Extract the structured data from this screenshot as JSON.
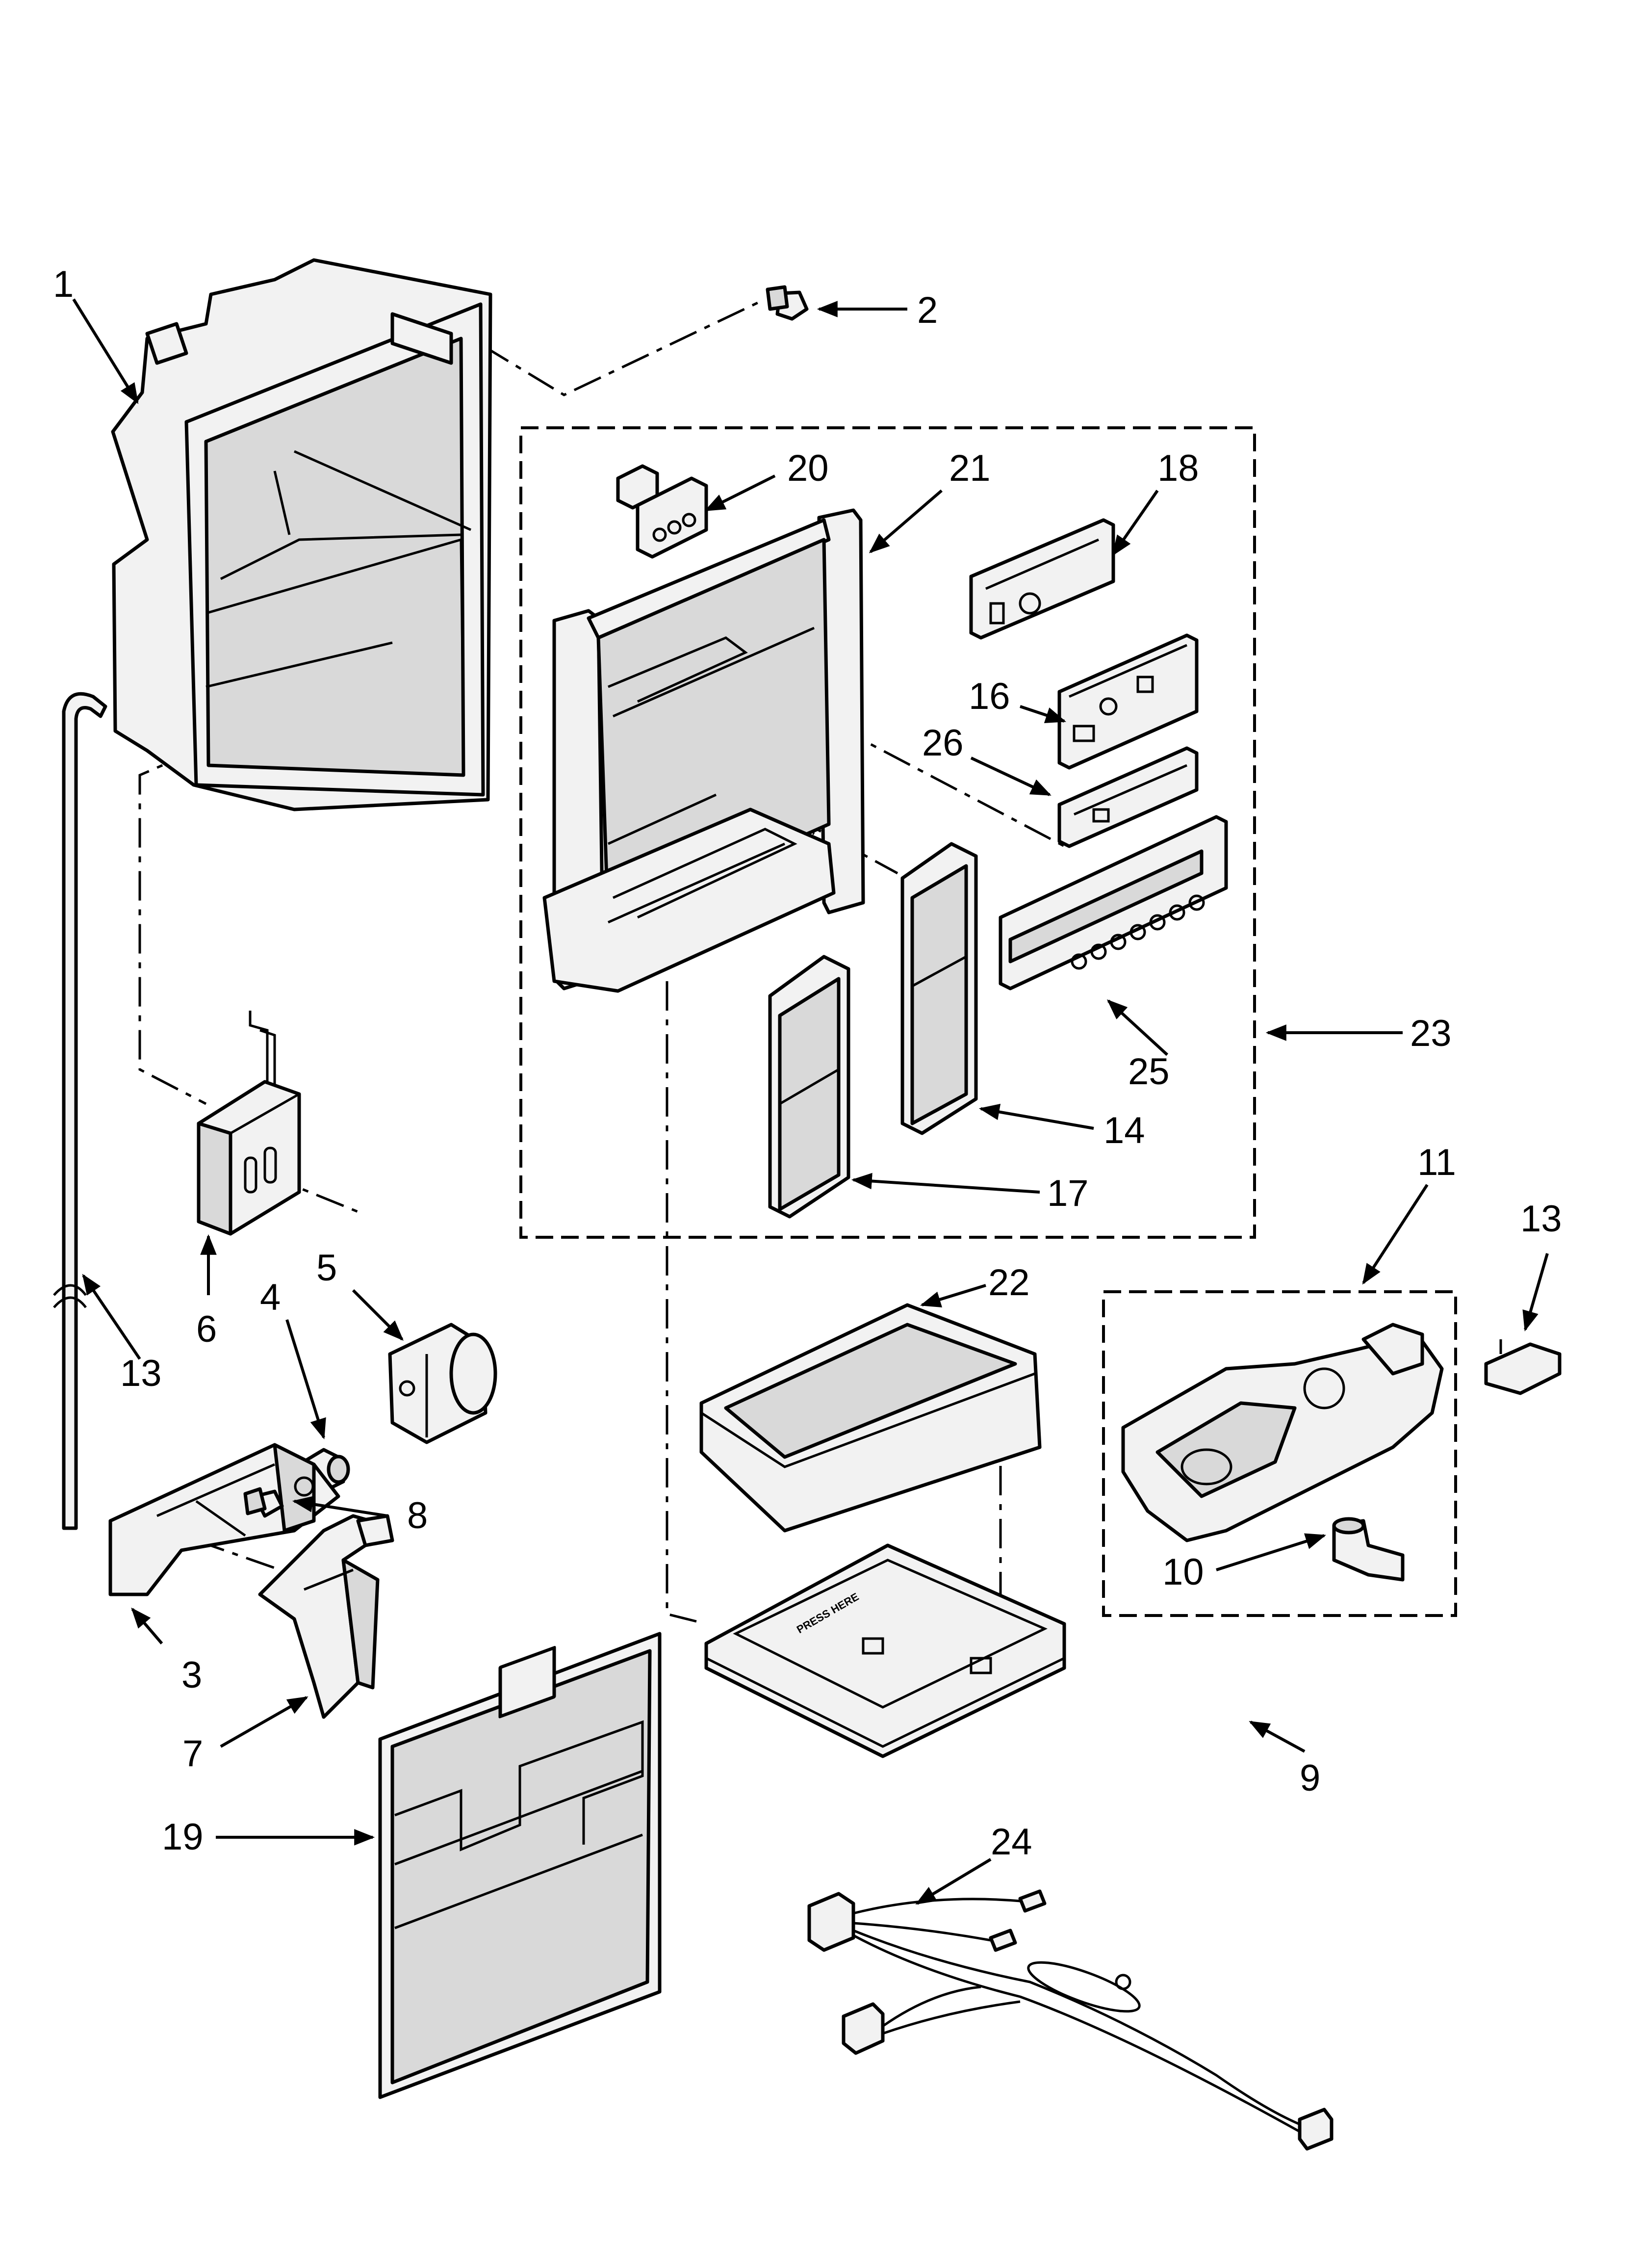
{
  "diagram": {
    "callouts": {
      "c1": "1",
      "c2": "2",
      "c3": "3",
      "c4": "4",
      "c5": "5",
      "c6": "6",
      "c7": "7",
      "c8": "8",
      "c9": "9",
      "c10": "10",
      "c11": "11",
      "c13a": "13",
      "c13b": "13",
      "c14": "14",
      "c16": "16",
      "c17": "17",
      "c18": "18",
      "c19": "19",
      "c20": "20",
      "c21": "21",
      "c22": "22",
      "c23": "23",
      "c24": "24",
      "c25": "25",
      "c26": "26"
    },
    "stamp_text": "PRESS HERE"
  }
}
